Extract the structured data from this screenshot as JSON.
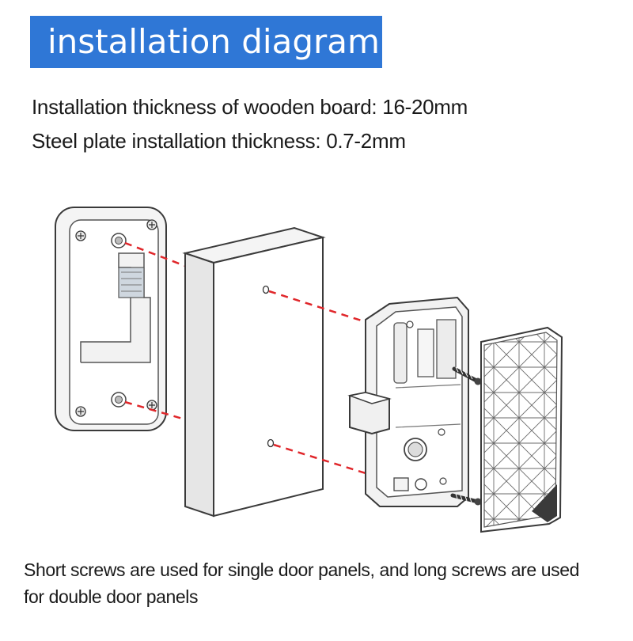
{
  "title": "installation diagram",
  "specs": {
    "wood_thickness": "Installation thickness of wooden board: 16-20mm",
    "steel_thickness": "Steel plate installation thickness: 0.7-2mm"
  },
  "note": "Short screws are used for single door panels, and long screws are used for double door panels",
  "colors": {
    "banner": "#2f77d6",
    "guide_lines": "#e0262a",
    "outline": "#3a3a3a"
  },
  "icons": [
    "screw-icon"
  ]
}
